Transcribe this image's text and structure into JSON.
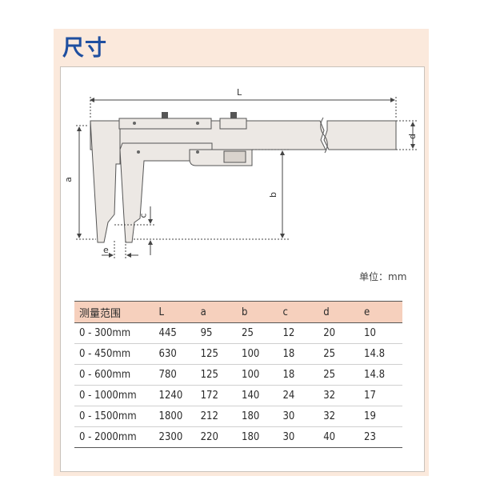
{
  "section_title": "尺寸",
  "unit_label": "单位：mm",
  "dimension_labels": {
    "L": "L",
    "a": "a",
    "b": "b",
    "c": "c",
    "d": "d",
    "e": "e"
  },
  "table": {
    "headers": [
      "测量范围",
      "L",
      "a",
      "b",
      "c",
      "d",
      "e"
    ],
    "rows": [
      [
        "0 - 300mm",
        "445",
        "95",
        "25",
        "12",
        "20",
        "10"
      ],
      [
        "0 - 450mm",
        "630",
        "125",
        "100",
        "18",
        "25",
        "14.8"
      ],
      [
        "0 - 600mm",
        "780",
        "125",
        "100",
        "18",
        "25",
        "14.8"
      ],
      [
        "0 - 1000mm",
        "1240",
        "172",
        "140",
        "24",
        "32",
        "17"
      ],
      [
        "0 - 1500mm",
        "1800",
        "212",
        "180",
        "30",
        "32",
        "19"
      ],
      [
        "0 - 2000mm",
        "2300",
        "220",
        "180",
        "30",
        "40",
        "23"
      ]
    ]
  },
  "colors": {
    "panel": "#fbe9dc",
    "title": "#1f4fa0",
    "header_row": "#f6d0bd",
    "caliper": "#ece8e4"
  }
}
